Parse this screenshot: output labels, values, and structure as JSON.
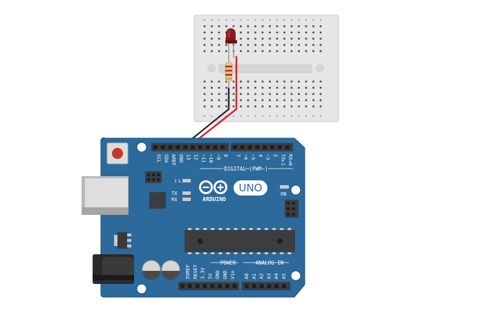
{
  "colors": {
    "board": "#2b6a9b",
    "board_edge": "#234f75",
    "header": "#3a3d42",
    "breadboard": "#e6e6e6",
    "breadboard_edge": "#c9c9c9",
    "led": "#8a1a1a",
    "wire_red": "#d8232a",
    "wire_black": "#2b2b2b",
    "chip": "#3b3d41",
    "label": "#ffffff"
  },
  "icons": {
    "led": "led-icon",
    "resistor": "resistor-icon",
    "logo": "arduino-infinity-logo"
  },
  "board": {
    "brand": "ARDUINO",
    "model": "UNO",
    "on_label": "ON",
    "led_l_label": "L",
    "tx_label": "TX",
    "rx_label": "RX",
    "icsp_label": "1",
    "top_pin_labels": [
      "SCL",
      "SDA",
      "AREF",
      "GND",
      "13",
      "12",
      "~11",
      "~10",
      "~9",
      "8",
      "7",
      "~6",
      "~5",
      "4",
      "~3",
      "2",
      "TX▸1",
      "RX◂0"
    ],
    "digital_label": "DIGITAL (PWM~)",
    "power_pin_labels": [
      "IOREF",
      "RESET",
      "3.3V",
      "5V",
      "GND",
      "GND",
      "Vin"
    ],
    "power_label": "POWER",
    "analog_pin_labels": [
      "A0",
      "A1",
      "A2",
      "A3",
      "A4",
      "A5"
    ],
    "analog_label": "ANALOG IN"
  }
}
